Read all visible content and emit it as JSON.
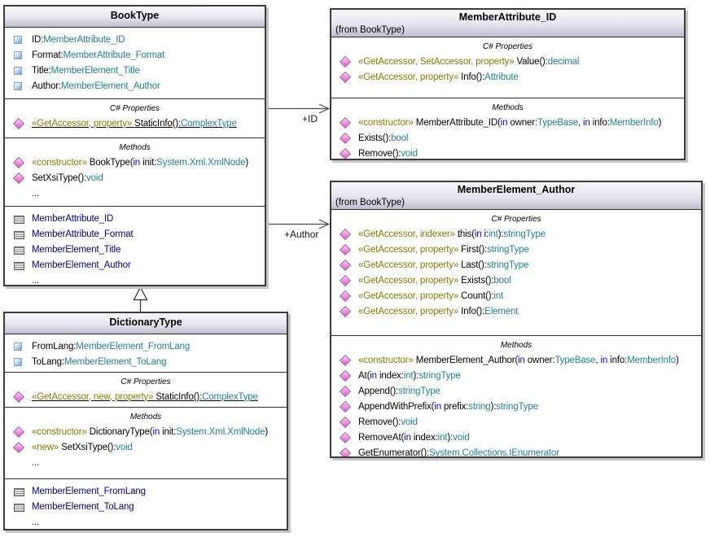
{
  "colors": {
    "type_teal": "#1f7f93",
    "stereotype_olive": "#857c00",
    "keyword_blue": "#0000ff",
    "nested_navy": "#000080",
    "header_gradient_top": "#f8f8fa",
    "header_gradient_bottom": "#c1bdd0",
    "box_border": "#3d3a42",
    "shadow": "#c6c6c6"
  },
  "icons": {
    "attr": "attribute-icon",
    "op": "operation-icon",
    "cls": "nested-class-icon"
  },
  "edges": {
    "id_label": "+ID",
    "author_label": "+Author"
  },
  "classes": {
    "bookType": {
      "title": "BookType",
      "properties_caption": "C# Properties",
      "methods_caption": "Methods",
      "attributes": [
        {
          "i": "attr",
          "s": [
            [
              "ID:",
              "k"
            ],
            [
              "MemberAttribute_ID",
              "t"
            ]
          ]
        },
        {
          "i": "attr",
          "s": [
            [
              "Format:",
              "k"
            ],
            [
              "MemberAttribute_Format",
              "t"
            ]
          ]
        },
        {
          "i": "attr",
          "s": [
            [
              "Title:",
              "k"
            ],
            [
              "MemberElement_Title",
              "t"
            ]
          ]
        },
        {
          "i": "attr",
          "s": [
            [
              "Author:",
              "k"
            ],
            [
              "MemberElement_Author",
              "t"
            ]
          ]
        }
      ],
      "properties": [
        {
          "i": "op",
          "u": true,
          "s": [
            [
              "«GetAccessor, property» ",
              "s"
            ],
            [
              "StaticInfo():",
              "k"
            ],
            [
              "ComplexType",
              "t"
            ]
          ]
        }
      ],
      "methods": [
        {
          "i": "op",
          "s": [
            [
              "«constructor» ",
              "s"
            ],
            [
              "BookType(",
              "k"
            ],
            [
              "in",
              "b"
            ],
            [
              " init:",
              "k"
            ],
            [
              "System.Xml.XmlNode",
              "t"
            ],
            [
              ")",
              "k"
            ]
          ]
        },
        {
          "i": "op",
          "s": [
            [
              "SetXsiType():",
              "k"
            ],
            [
              "void",
              "t"
            ]
          ]
        },
        {
          "i": null,
          "s": [
            [
              "...",
              "d"
            ]
          ]
        }
      ],
      "nested": [
        {
          "i": "cls",
          "s": [
            [
              "MemberAttribute_ID",
              "n"
            ]
          ]
        },
        {
          "i": "cls",
          "s": [
            [
              "MemberAttribute_Format",
              "n"
            ]
          ]
        },
        {
          "i": "cls",
          "s": [
            [
              "MemberElement_Title",
              "n"
            ]
          ]
        },
        {
          "i": "cls",
          "s": [
            [
              "MemberElement_Author",
              "n"
            ]
          ]
        },
        {
          "i": null,
          "s": [
            [
              "...",
              "d"
            ]
          ]
        }
      ]
    },
    "memberAttributeId": {
      "title": "MemberAttribute_ID",
      "from": "(from BookType)",
      "properties_caption": "C# Properties",
      "methods_caption": "Methods",
      "properties": [
        {
          "i": "op",
          "s": [
            [
              "«GetAccessor, SetAccessor, property» ",
              "s"
            ],
            [
              "Value():",
              "k"
            ],
            [
              "decimal",
              "t"
            ]
          ]
        },
        {
          "i": "op",
          "s": [
            [
              "«GetAccessor, property» ",
              "s"
            ],
            [
              "Info():",
              "k"
            ],
            [
              "Attribute",
              "t"
            ]
          ]
        }
      ],
      "methods": [
        {
          "i": "op",
          "s": [
            [
              "«constructor» ",
              "s"
            ],
            [
              "MemberAttribute_ID(",
              "k"
            ],
            [
              "in",
              "b"
            ],
            [
              " owner:",
              "k"
            ],
            [
              "TypeBase",
              "t"
            ],
            [
              ", ",
              "k"
            ],
            [
              "in",
              "b"
            ],
            [
              " info:",
              "k"
            ],
            [
              "MemberInfo",
              "t"
            ],
            [
              ")",
              "k"
            ]
          ]
        },
        {
          "i": "op",
          "s": [
            [
              "Exists():",
              "k"
            ],
            [
              "bool",
              "t"
            ]
          ]
        },
        {
          "i": "op",
          "s": [
            [
              "Remove():",
              "k"
            ],
            [
              "void",
              "t"
            ]
          ]
        }
      ]
    },
    "memberElementAuthor": {
      "title": "MemberElement_Author",
      "from": "(from BookType)",
      "properties_caption": "C# Properties",
      "methods_caption": "Methods",
      "properties": [
        {
          "i": "op",
          "s": [
            [
              "«GetAccessor, indexer» ",
              "s"
            ],
            [
              "this(",
              "k"
            ],
            [
              "in",
              "b"
            ],
            [
              " i:",
              "k"
            ],
            [
              "int",
              "t"
            ],
            [
              "):",
              "k"
            ],
            [
              "stringType",
              "t"
            ]
          ]
        },
        {
          "i": "op",
          "s": [
            [
              "«GetAccessor, property» ",
              "s"
            ],
            [
              "First():",
              "k"
            ],
            [
              "stringType",
              "t"
            ]
          ]
        },
        {
          "i": "op",
          "s": [
            [
              "«GetAccessor, property» ",
              "s"
            ],
            [
              "Last():",
              "k"
            ],
            [
              "stringType",
              "t"
            ]
          ]
        },
        {
          "i": "op",
          "s": [
            [
              "«GetAccessor, property» ",
              "s"
            ],
            [
              "Exists():",
              "k"
            ],
            [
              "bool",
              "t"
            ]
          ]
        },
        {
          "i": "op",
          "s": [
            [
              "«GetAccessor, property» ",
              "s"
            ],
            [
              "Count():",
              "k"
            ],
            [
              "int",
              "t"
            ]
          ]
        },
        {
          "i": "op",
          "s": [
            [
              "«GetAccessor, property» ",
              "s"
            ],
            [
              "Info():",
              "k"
            ],
            [
              "Element",
              "t"
            ]
          ]
        }
      ],
      "methods": [
        {
          "i": "op",
          "s": [
            [
              "«constructor» ",
              "s"
            ],
            [
              "MemberElement_Author(",
              "k"
            ],
            [
              "in",
              "b"
            ],
            [
              " owner:",
              "k"
            ],
            [
              "TypeBase",
              "t"
            ],
            [
              ", ",
              "k"
            ],
            [
              "in",
              "b"
            ],
            [
              " info:",
              "k"
            ],
            [
              "MemberInfo",
              "t"
            ],
            [
              ")",
              "k"
            ]
          ]
        },
        {
          "i": "op",
          "s": [
            [
              "At(",
              "k"
            ],
            [
              "in",
              "b"
            ],
            [
              " index:",
              "k"
            ],
            [
              "int",
              "t"
            ],
            [
              "):",
              "k"
            ],
            [
              "stringType",
              "t"
            ]
          ]
        },
        {
          "i": "op",
          "s": [
            [
              "Append():",
              "k"
            ],
            [
              "stringType",
              "t"
            ]
          ]
        },
        {
          "i": "op",
          "s": [
            [
              "AppendWithPrefix(",
              "k"
            ],
            [
              "in",
              "b"
            ],
            [
              " prefix:",
              "k"
            ],
            [
              "string",
              "t"
            ],
            [
              "):",
              "k"
            ],
            [
              "stringType",
              "t"
            ]
          ]
        },
        {
          "i": "op",
          "s": [
            [
              "Remove():",
              "k"
            ],
            [
              "void",
              "t"
            ]
          ]
        },
        {
          "i": "op",
          "s": [
            [
              "RemoveAt(",
              "k"
            ],
            [
              "in",
              "b"
            ],
            [
              " index:",
              "k"
            ],
            [
              "int",
              "t"
            ],
            [
              "):",
              "k"
            ],
            [
              "void",
              "t"
            ]
          ]
        },
        {
          "i": "op",
          "s": [
            [
              "GetEnumerator():",
              "k"
            ],
            [
              "System.Collections.IEnumerator",
              "t"
            ]
          ]
        }
      ]
    },
    "dictionaryType": {
      "title": "DictionaryType",
      "properties_caption": "C# Properties",
      "methods_caption": "Methods",
      "attributes": [
        {
          "i": "attr",
          "s": [
            [
              "FromLang:",
              "k"
            ],
            [
              "MemberElement_FromLang",
              "t"
            ]
          ]
        },
        {
          "i": "attr",
          "s": [
            [
              "ToLang:",
              "k"
            ],
            [
              "MemberElement_ToLang",
              "t"
            ]
          ]
        }
      ],
      "properties": [
        {
          "i": "op",
          "u": true,
          "s": [
            [
              "«GetAccessor, new, property» ",
              "s"
            ],
            [
              "StaticInfo():",
              "k"
            ],
            [
              "ComplexType",
              "t"
            ]
          ]
        }
      ],
      "methods": [
        {
          "i": "op",
          "s": [
            [
              "«constructor» ",
              "s"
            ],
            [
              "DictionaryType(",
              "k"
            ],
            [
              "in",
              "b"
            ],
            [
              " init:",
              "k"
            ],
            [
              "System.Xml.XmlNode",
              "t"
            ],
            [
              ")",
              "k"
            ]
          ]
        },
        {
          "i": "op",
          "s": [
            [
              "«new» ",
              "s"
            ],
            [
              "SetXsiType():",
              "k"
            ],
            [
              "void",
              "t"
            ]
          ]
        },
        {
          "i": null,
          "s": [
            [
              "...",
              "d"
            ]
          ]
        }
      ],
      "nested": [
        {
          "i": "cls",
          "s": [
            [
              "MemberElement_FromLang",
              "n"
            ]
          ]
        },
        {
          "i": "cls",
          "s": [
            [
              "MemberElement_ToLang",
              "n"
            ]
          ]
        },
        {
          "i": null,
          "s": [
            [
              "...",
              "d"
            ]
          ]
        }
      ]
    }
  }
}
